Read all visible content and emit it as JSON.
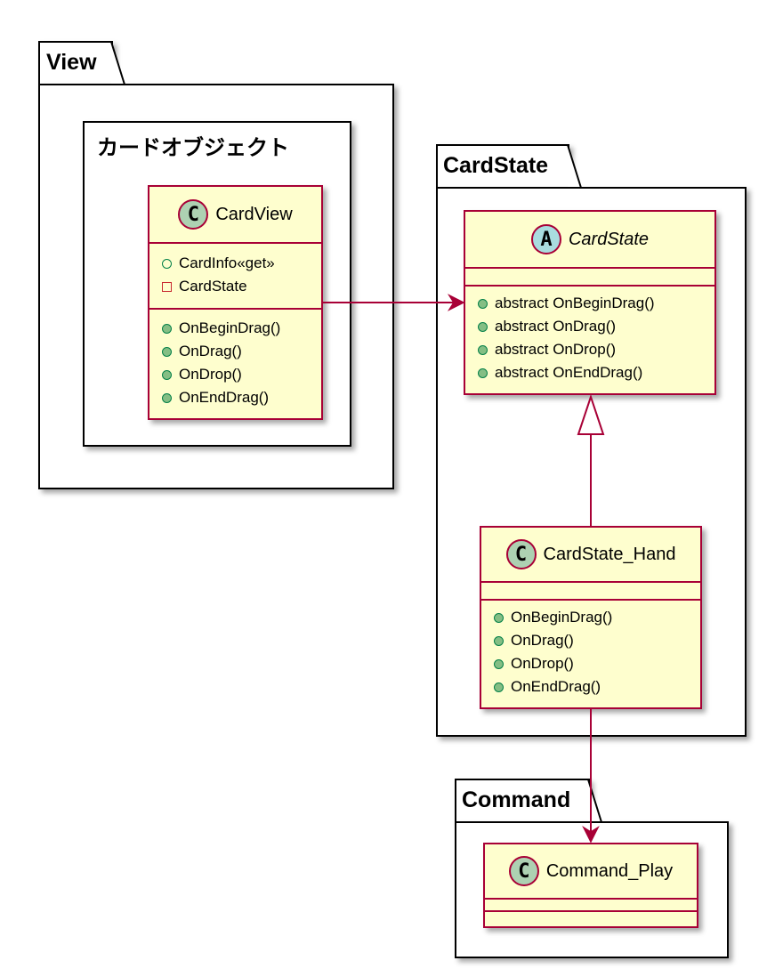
{
  "packages": {
    "view": {
      "label": "View"
    },
    "card_object": {
      "label": "カードオブジェクト"
    },
    "card_state": {
      "label": "CardState"
    },
    "command": {
      "label": "Command"
    }
  },
  "classes": {
    "card_view": {
      "stereotype": "C",
      "name": "CardView",
      "fields": [
        {
          "visibility": "public-hollow",
          "text": "CardInfo«get»"
        },
        {
          "visibility": "private",
          "text": "CardState"
        }
      ],
      "methods": [
        "OnBeginDrag()",
        "OnDrag()",
        "OnDrop()",
        "OnEndDrag()"
      ]
    },
    "card_state": {
      "stereotype": "A",
      "name": "CardState",
      "abstract": true,
      "methods": [
        "abstract OnBeginDrag()",
        "abstract OnDrag()",
        "abstract OnDrop()",
        "abstract OnEndDrag()"
      ]
    },
    "card_state_hand": {
      "stereotype": "C",
      "name": "CardState_Hand",
      "methods": [
        "OnBeginDrag()",
        "OnDrag()",
        "OnDrop()",
        "OnEndDrag()"
      ]
    },
    "command_play": {
      "stereotype": "C",
      "name": "Command_Play"
    }
  },
  "colors": {
    "class_fill": "#fefece",
    "class_border": "#a80036",
    "badge_class": "#add1b2",
    "badge_abstract": "#a9dcdf",
    "public_dot": "#84be84"
  },
  "relations": [
    {
      "from": "CardView",
      "to": "CardState",
      "type": "association"
    },
    {
      "from": "CardState_Hand",
      "to": "CardState",
      "type": "inheritance"
    },
    {
      "from": "CardState_Hand",
      "to": "Command_Play",
      "type": "association"
    }
  ]
}
